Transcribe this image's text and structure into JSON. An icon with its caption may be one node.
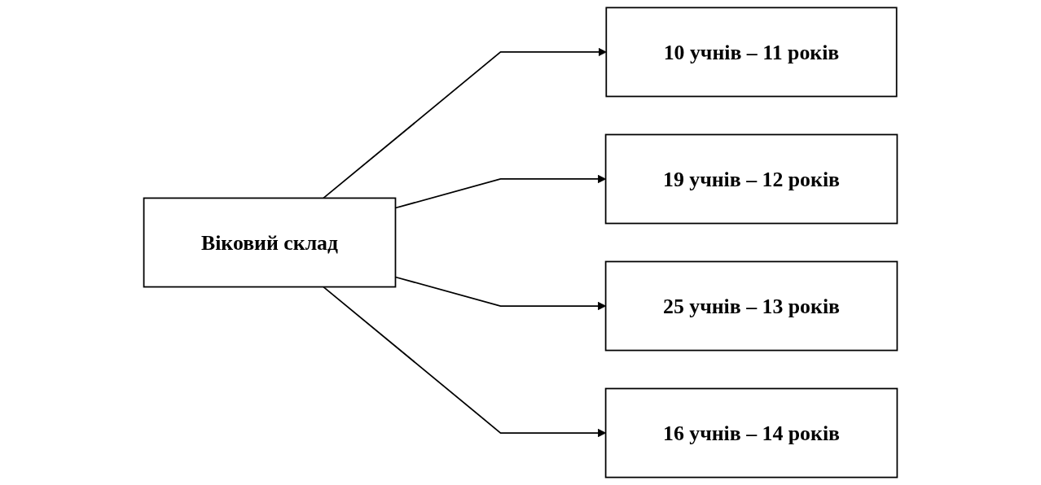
{
  "diagram": {
    "nodes": [
      {
        "text": [
          "Віковий склад"
        ]
      },
      {
        "text": [
          "10 учнів – 11 років"
        ]
      },
      {
        "text": [
          "19 учнів – 12 років"
        ]
      },
      {
        "text": [
          "25 учнів – 13 років"
        ]
      },
      {
        "text": [
          "16 учнів – 14 років"
        ]
      }
    ],
    "edges": [
      {
        "from": 0,
        "to": 1,
        "arrow": "to"
      },
      {
        "from": 0,
        "to": 2,
        "arrow": "to"
      },
      {
        "from": 0,
        "to": 3,
        "arrow": "to"
      },
      {
        "from": 0,
        "to": 4,
        "arrow": "to"
      }
    ]
  }
}
